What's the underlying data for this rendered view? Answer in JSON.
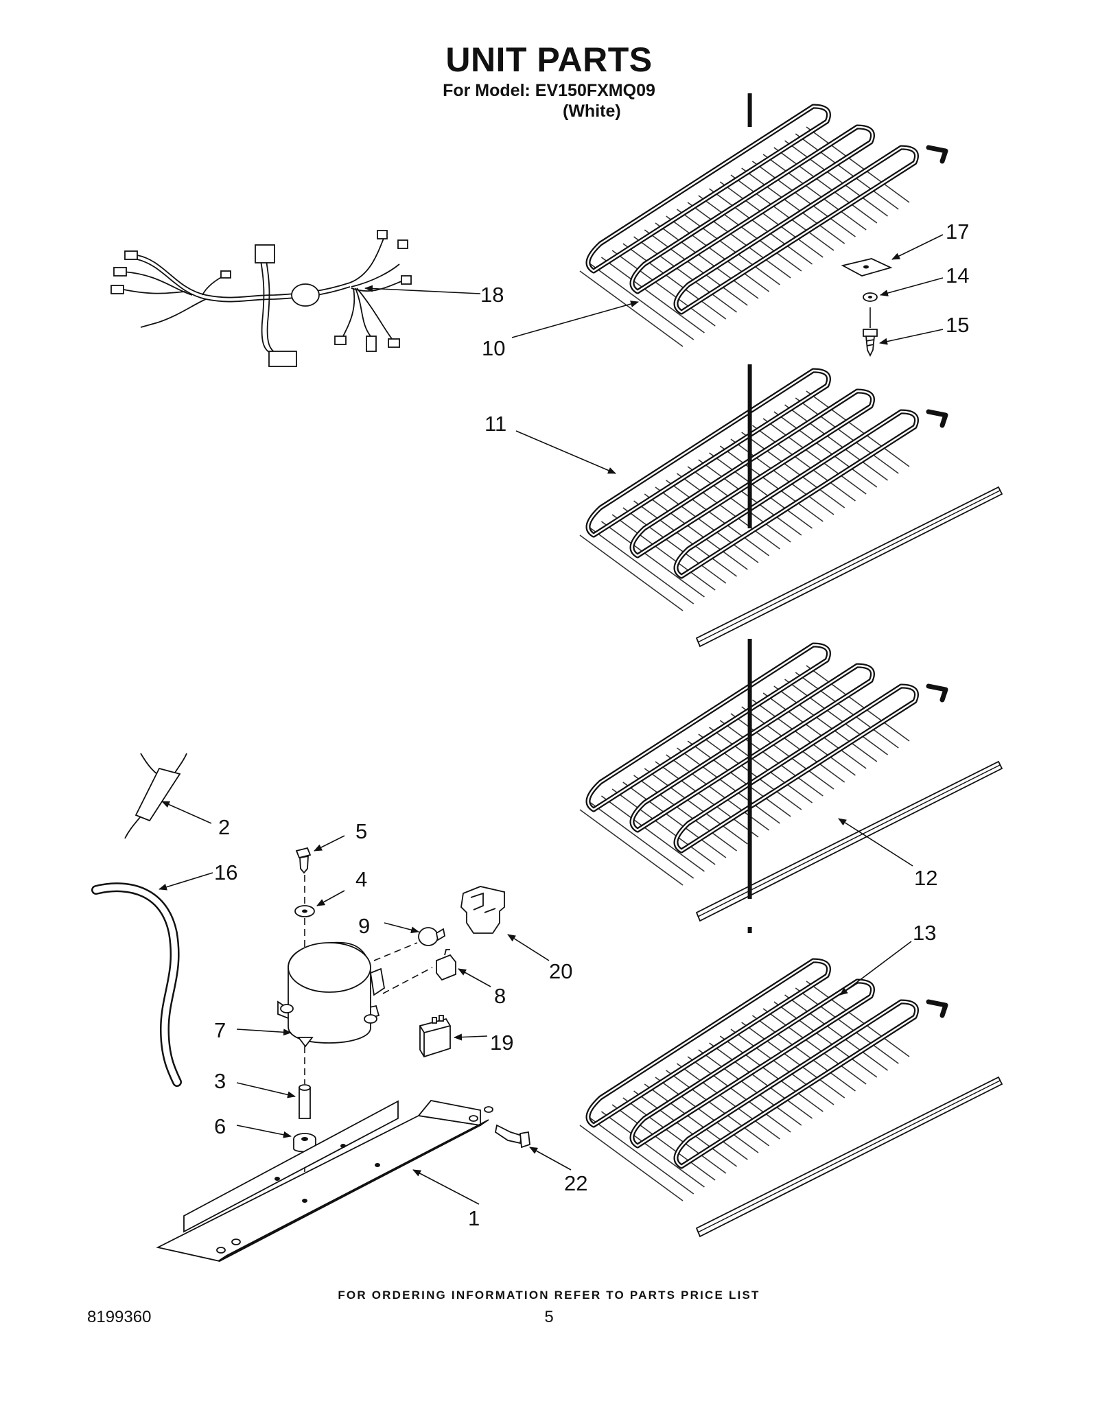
{
  "header": {
    "title": "UNIT PARTS",
    "model_line": "For Model: EV150FXMQ09",
    "color_line": "(White)"
  },
  "callouts": [
    {
      "id": "c18",
      "text": "18"
    },
    {
      "id": "c10",
      "text": "10"
    },
    {
      "id": "c17",
      "text": "17"
    },
    {
      "id": "c14",
      "text": "14"
    },
    {
      "id": "c15",
      "text": "15"
    },
    {
      "id": "c11",
      "text": "11"
    },
    {
      "id": "c2",
      "text": "2"
    },
    {
      "id": "c5",
      "text": "5"
    },
    {
      "id": "c16",
      "text": "16"
    },
    {
      "id": "c4",
      "text": "4"
    },
    {
      "id": "c9",
      "text": "9"
    },
    {
      "id": "c20",
      "text": "20"
    },
    {
      "id": "c8",
      "text": "8"
    },
    {
      "id": "c7",
      "text": "7"
    },
    {
      "id": "c19",
      "text": "19"
    },
    {
      "id": "c3",
      "text": "3"
    },
    {
      "id": "c6",
      "text": "6"
    },
    {
      "id": "c22",
      "text": "22"
    },
    {
      "id": "c1",
      "text": "1"
    },
    {
      "id": "c12",
      "text": "12"
    },
    {
      "id": "c13",
      "text": "13"
    }
  ],
  "footer": {
    "ordering_note": "FOR ORDERING INFORMATION REFER TO PARTS PRICE LIST",
    "doc_number": "8199360",
    "page_number": "5"
  }
}
